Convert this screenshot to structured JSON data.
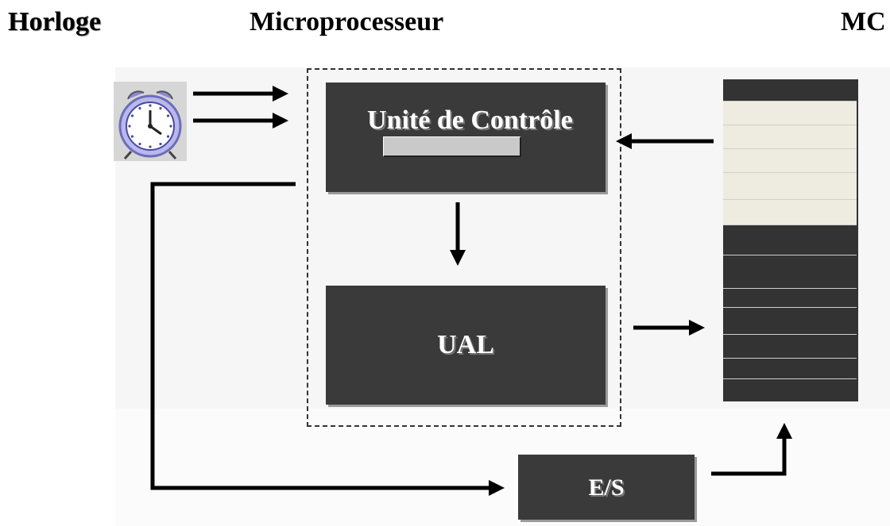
{
  "headings": {
    "clock": "Horloge",
    "processor": "Microprocesseur",
    "memory": "MC"
  },
  "blocks": {
    "control_unit": "Unité de Contrôle",
    "alu": "UAL",
    "io": "E/S"
  },
  "colors": {
    "block_fill": "#3a3a3a",
    "memory_light": "#eeebe0",
    "memory_dark": "#333333",
    "arrow": "#000000"
  },
  "icons": {
    "clock": "alarm-clock-icon"
  }
}
